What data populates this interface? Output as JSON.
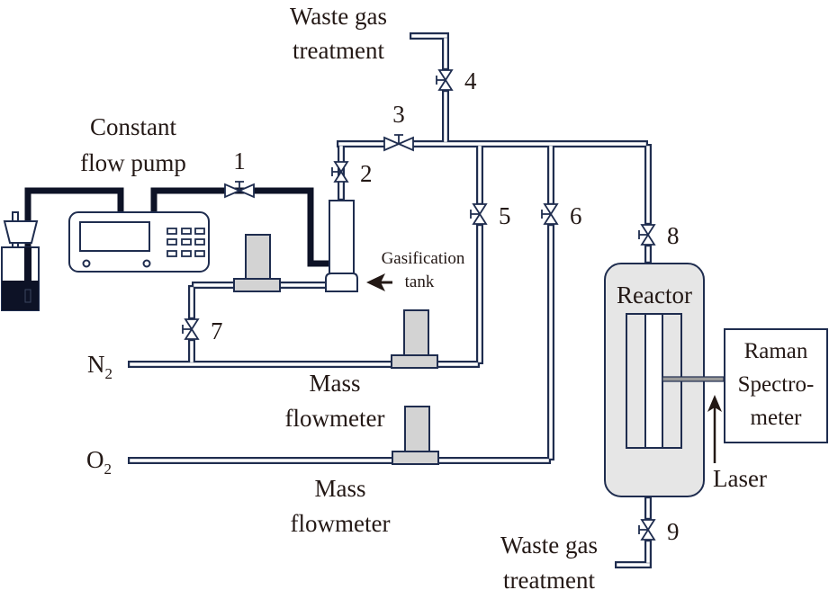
{
  "title": "Experimental setup: gasification and Raman spectroscopy reactor system",
  "colors": {
    "pipe": "#1f2d4f",
    "thick_line": "#0d1226",
    "component_fill": "#d3d3d3",
    "reactor_fill": "#e6e6e6",
    "text": "#231815"
  },
  "labels": {
    "pump": [
      "Constant",
      "flow pump"
    ],
    "gasification_tank": [
      "Gasification",
      "tank"
    ],
    "waste_gas_top": [
      "Waste gas",
      "treatment"
    ],
    "waste_gas_bottom": [
      "Waste gas",
      "treatment"
    ],
    "reactor": "Reactor",
    "raman": [
      "Raman",
      "Spectro-",
      "meter"
    ],
    "laser": "Laser",
    "n2": {
      "main": "N",
      "sub": "2"
    },
    "o2": {
      "main": "O",
      "sub": "2"
    },
    "flowmeter_n2": [
      "Mass",
      "flowmeter"
    ],
    "flowmeter_o2": [
      "Mass",
      "flowmeter"
    ]
  },
  "valves": [
    {
      "id": "1",
      "label": "1"
    },
    {
      "id": "2",
      "label": "2"
    },
    {
      "id": "3",
      "label": "3"
    },
    {
      "id": "4",
      "label": "4"
    },
    {
      "id": "5",
      "label": "5"
    },
    {
      "id": "6",
      "label": "6"
    },
    {
      "id": "7",
      "label": "7"
    },
    {
      "id": "8",
      "label": "8"
    },
    {
      "id": "9",
      "label": "9"
    }
  ]
}
